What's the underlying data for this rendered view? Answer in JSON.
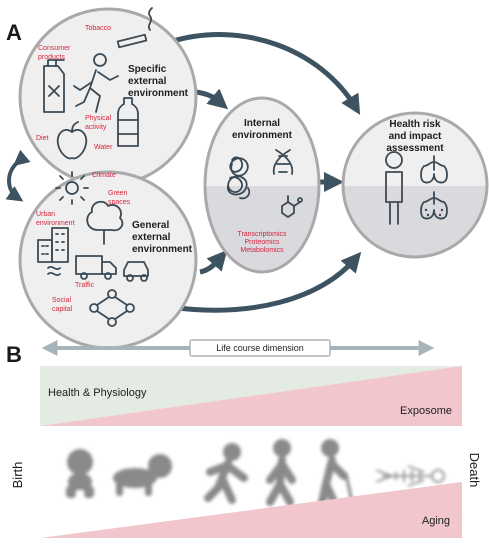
{
  "panel_a": {
    "label": "A",
    "specific": {
      "title_lines": [
        "Specific",
        "external",
        "environment"
      ],
      "items": {
        "tobacco": "Tobacco",
        "consumer_products_lines": [
          "Consumer",
          "products"
        ],
        "physical_activity_lines": [
          "Physical",
          "activity"
        ],
        "diet": "Diet",
        "water": "Water"
      }
    },
    "general": {
      "title_lines": [
        "General",
        "external",
        "environment"
      ],
      "items": {
        "climate": "Climate",
        "green_spaces_lines": [
          "Green",
          "spaces"
        ],
        "urban_environment_lines": [
          "Urban",
          "environment"
        ],
        "traffic": "Traffic",
        "social_capital_lines": [
          "Social",
          "capital"
        ]
      }
    },
    "internal": {
      "title_lines": [
        "Internal",
        "environment"
      ],
      "omics": [
        "Transcriptomics",
        "Proteomics",
        "Metabolomics"
      ]
    },
    "health": {
      "title_lines": [
        "Health risk",
        "and impact",
        "assessment"
      ]
    },
    "colors": {
      "circle_fill": "#efefef",
      "circle_stroke": "#a9a9a9",
      "arrow": "#3d5361",
      "accent_red": "#d7263d",
      "lower_gray": "#d9d9de"
    }
  },
  "panel_b": {
    "label": "B",
    "life_course_label": "Life course dimension",
    "health_physiology": "Health & Physiology",
    "exposome": "Exposome",
    "aging": "Aging",
    "birth": "Birth",
    "death": "Death",
    "colors": {
      "green_band": "#e3ebe3",
      "pink_band": "#f1c6cc",
      "figure_gray": "#8a8a8a"
    },
    "stages": [
      "baby-icon",
      "crawling-child-icon",
      "running-person-icon",
      "walking-adult-icon",
      "elderly-with-cane-icon",
      "skeleton-icon"
    ]
  }
}
